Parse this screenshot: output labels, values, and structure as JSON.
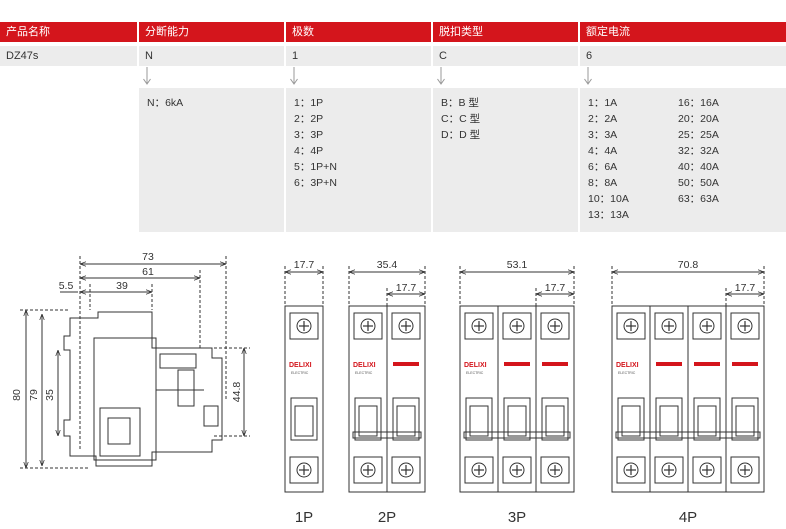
{
  "table": {
    "headers": [
      "产品名称",
      "分断能力",
      "极数",
      "脱扣类型",
      "额定电流"
    ],
    "values": [
      "DZ47s",
      "N",
      "1",
      "C",
      "6"
    ],
    "breaking_options": [
      "N：6kA"
    ],
    "pole_options": [
      "1：1P",
      "2：2P",
      "3：3P",
      "4：4P",
      "5：1P+N",
      "6：3P+N"
    ],
    "trip_options": [
      "B：B 型",
      "C：C 型",
      "D：D 型"
    ],
    "current_col1": [
      "1：1A",
      "2：2A",
      "3：3A",
      "4：4A",
      "6：6A",
      "8：8A",
      "10：10A",
      "13：13A"
    ],
    "current_col2": [
      "16：16A",
      "20：20A",
      "25：25A",
      "32：32A",
      "40：40A",
      "50：50A",
      "63：63A"
    ]
  },
  "side_view": {
    "dims_h": [
      "73",
      "61",
      "39",
      "5.5"
    ],
    "dims_v": [
      "80",
      "79",
      "35",
      "44.8"
    ]
  },
  "front_views": {
    "widths": [
      "17.7",
      "35.4",
      "53.1",
      "70.8"
    ],
    "module_width": "17.7",
    "labels": [
      "1P",
      "2P",
      "3P",
      "4P"
    ],
    "brand": "DELIXI",
    "brand_sub": "ELECTRIC"
  },
  "colors": {
    "accent": "#d4151c",
    "panel": "#ececec",
    "line": "#333333"
  }
}
